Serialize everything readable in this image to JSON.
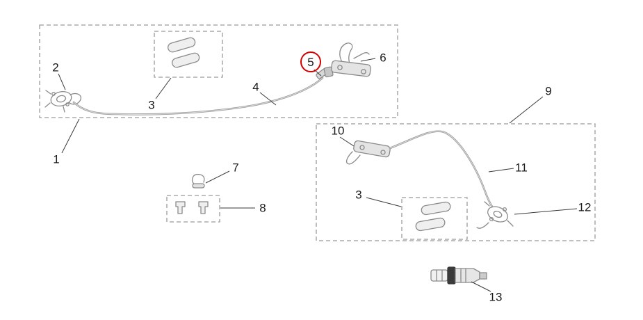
{
  "diagram": {
    "background_color": "#ffffff",
    "line_color": "#8a8a8a",
    "box_border_color": "#9a9a9a",
    "label_color": "#1a1a1a",
    "highlight_color": "#d40000",
    "highlighted_callout": "5"
  },
  "callouts": [
    {
      "label": "1"
    },
    {
      "label": "2"
    },
    {
      "label": "3"
    },
    {
      "label": "4"
    },
    {
      "label": "5"
    },
    {
      "label": "6"
    },
    {
      "label": "7"
    },
    {
      "label": "8"
    },
    {
      "label": "9"
    },
    {
      "label": "10"
    },
    {
      "label": "11"
    },
    {
      "label": "3"
    },
    {
      "label": "12"
    },
    {
      "label": "13"
    }
  ]
}
